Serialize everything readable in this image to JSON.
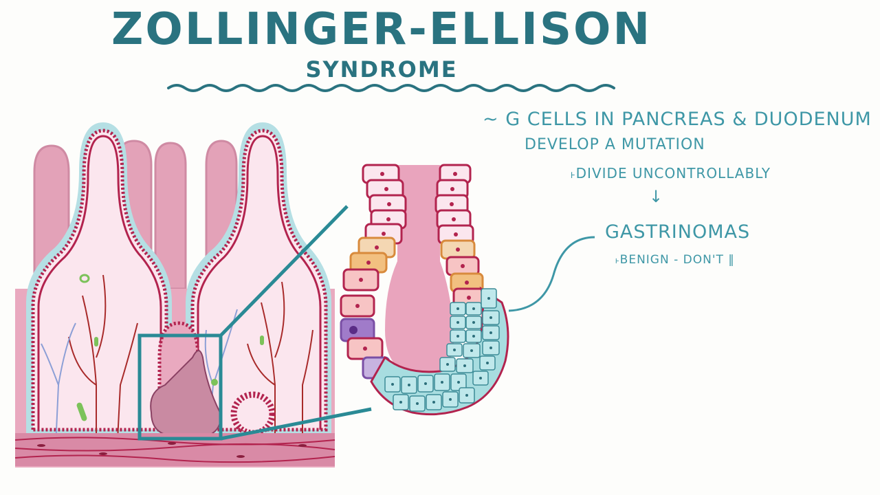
{
  "title": "Zollinger-Ellison",
  "subtitle": "SYNDROME",
  "notes": {
    "line1": "~ G cells in Pancreas & duodenum",
    "line2": "Develop a mutation",
    "line3": "˫Divide uncontrollably",
    "arrow": "↓",
    "line4": "Gastrinomas",
    "line5": "˫Benign - don't ‖"
  },
  "colors": {
    "teal": "#2a7380",
    "note_teal": "#3e97a6",
    "tissue_pink": "#e8a4bb",
    "crimson": "#b2234e",
    "g_cell_blue": "#a8dde0"
  }
}
